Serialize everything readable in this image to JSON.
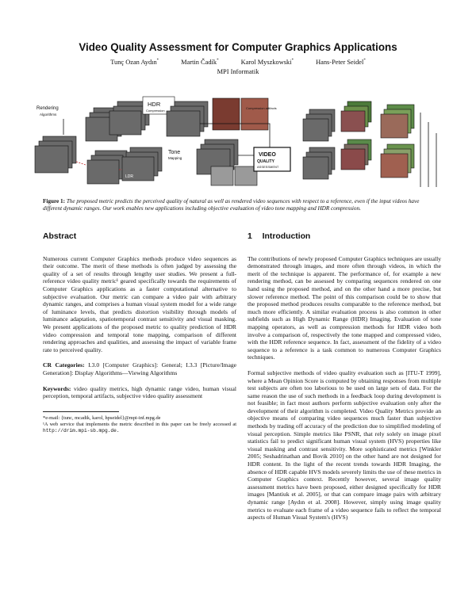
{
  "title": "Video Quality Assessment for Computer Graphics Applications",
  "authors": [
    {
      "name": "Tunç Ozan Aydın",
      "mark": "*"
    },
    {
      "name": "Martin Čadík",
      "mark": "*"
    },
    {
      "name": "Karol Myszkowski",
      "mark": "*"
    },
    {
      "name": "Hans-Peter Seidel",
      "mark": "*"
    }
  ],
  "affiliation": "MPI Informatik",
  "figure": {
    "labels": {
      "rendering": "Rendering",
      "rendering_sub": "Algorithms",
      "hdr": "HDR",
      "hdr_sub": "Compression",
      "tone": "Tone",
      "tone_sub": "Mapping",
      "ldr": "LDR",
      "video_title": "VIDEO",
      "video_quality": "QUALITY",
      "video_assess": "ASSESSMENT",
      "compression": "Compression artifacts"
    },
    "caption_label": "Figure 1:",
    "caption_text": "The proposed metric predicts the perceived quality of natural as well as rendered video sequences with respect to a reference, even if the input videos have different dynamic ranges. Our work enables new applications including objective evaluation of video tone mapping and HDR compression."
  },
  "abstract": {
    "heading": "Abstract",
    "body": "Numerous current Computer Graphics methods produce video sequences as their outcome. The merit of these methods is often judged by assessing the quality of a set of results through lengthy user studies. We present a full-reference video quality metric¹ geared specifically towards the requirements of Computer Graphics applications as a faster computational alternative to subjective evaluation. Our metric can compare a video pair with arbitrary dynamic ranges, and comprises a human visual system model for a wide range of luminance levels, that predicts distortion visibility through models of luminance adaptation, spatiotemporal contrast sensitivity and visual masking. We present applications of the proposed metric to quality prediction of HDR video compression and temporal tone mapping, comparison of different rendering approaches and qualities, and assessing the impact of variable frame rate to perceived quality.",
    "cr_label": "CR Categories:",
    "cr_text": "I.3.0 [Computer Graphics]: General; I.3.3 [Picture/Image Generation]: Display Algorithms—Viewing Algorithms",
    "kw_label": "Keywords:",
    "kw_text": "video quality metrics, high dynamic range video, human visual perception, temporal artifacts, subjective video quality assessment",
    "footnote_email": "*e-mail: {tunc, mcadik, karol, hpseidel}@mpi-inf.mpg.de",
    "footnote_web_text": "¹A web service that implements the metric described in this paper can be freely accessed at",
    "footnote_web_url": "http://drim.mpi-sb.mpg.de."
  },
  "introduction": {
    "number": "1",
    "heading": "Introduction",
    "paragraphs": [
      "The contributions of newly proposed Computer Graphics techniques are usually demonstrated through images, and more often through videos, in which the merit of the technique is apparent. The performance of, for example a new rendering method, can be assessed by comparing sequences rendered on one hand using the proposed method, and on the other hand a more precise, but slower reference method. The point of this comparison could be to show that the proposed method produces results comparable to the reference method, but much more efficiently. A similar evaluation process is also common in other subfields such as High Dynamic Range (HDR) Imaging. Evaluation of tone mapping operators, as well as compression methods for HDR video both involve a comparison of, respectively the tone mapped and compressed video, with the HDR reference sequence. In fact, assessment of the fidelity of a video sequence to a reference is a task common to numerous Computer Graphics techniques.",
      "Formal subjective methods of video quality evaluation such as [ITU-T 1999], where a Mean Opinion Score is computed by obtaining responses from multiple test subjects are often too laborious to be used on large sets of data. For the same reason the use of such methods in a feedback loop during development is not feasible; in fact most authors perform subjective evaluation only after the development of their algorithm is completed. Video Quality Metrics provide an objective means of comparing video sequences much faster than subjective methods by trading off accuracy of the prediction due to simplified modeling of visual perception. Simple metrics like PSNR, that rely solely on image pixel statistics fail to predict significant human visual system (HVS) properties like visual masking and contrast sensitivity. More sophisticated metrics [Winkler 2005; Seshadrinathan and Bovik 2010] on the other hand are not designed for HDR content. In the light of the recent trends towards HDR Imaging, the absence of HDR capable HVS models severely limits the use of these metrics in Computer Graphics context. Recently however, several image quality assessment metrics have been proposed, either designed specifically for HDR images [Mantiuk et al. 2005], or that can compare image pairs with arbitrary dynamic range [Aydın et al. 2008]. However, simply using image quality metrics to evaluate each frame of a video sequence fails to reflect the temporal aspects of Human Visual System's (HVS)"
    ]
  }
}
